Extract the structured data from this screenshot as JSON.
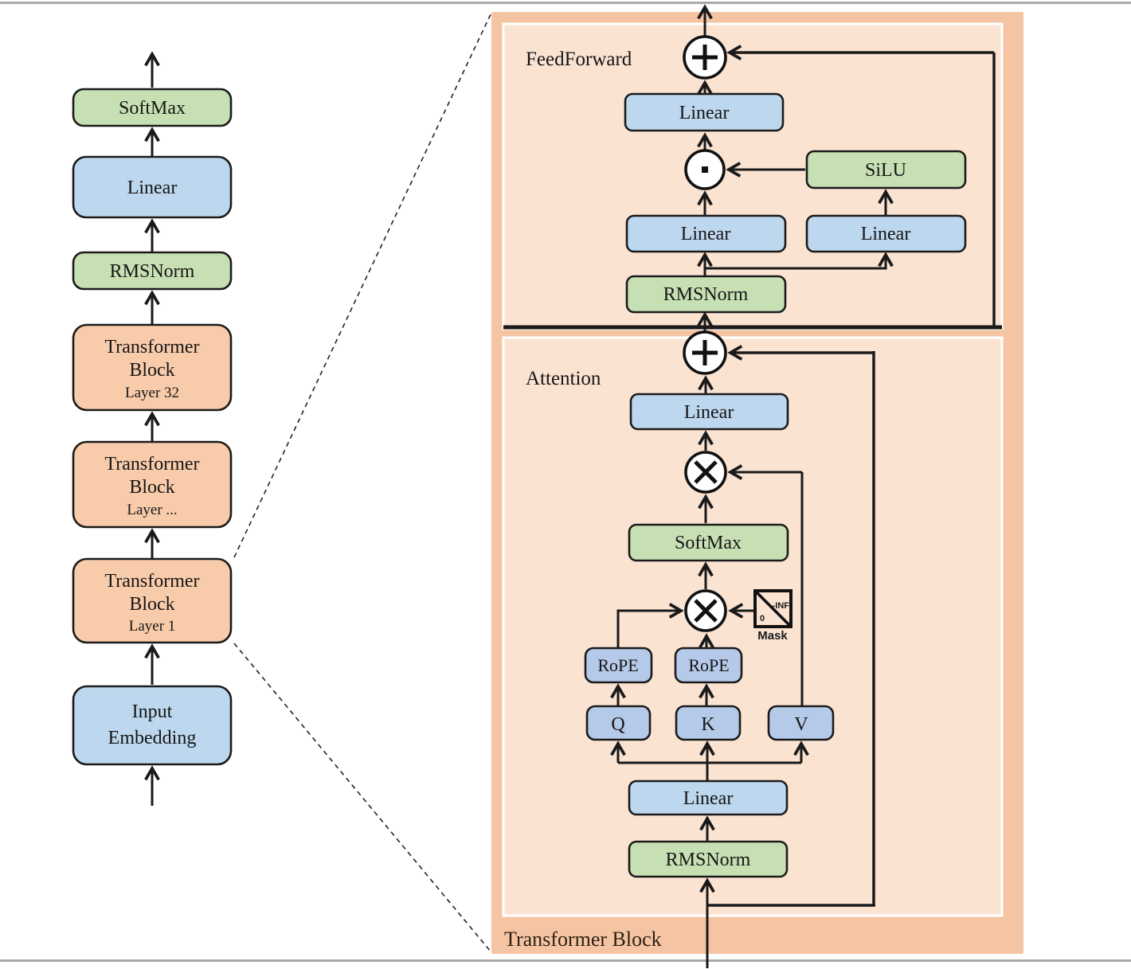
{
  "page": {
    "top_rule_color": "#a9a9a9",
    "bottom_rule_color": "#a9a9a9",
    "background": "#ffffff"
  },
  "colors": {
    "green_block": "#c6e0b4",
    "blue_block": "#bdd7ee",
    "blue_block_dark": "#b5c9e8",
    "orange_block": "#f8cbaa",
    "panel_outer": "#f5c5a3",
    "panel_inner": "#fbe3d2",
    "line": "#1a1a1a",
    "panel_title_text": "#2e2013"
  },
  "icons": {
    "add": "plus-in-circle",
    "elementwise_product": "dot-in-circle",
    "matmul": "x-in-circle",
    "mask": "square-with-diagonal"
  },
  "left_column": {
    "blocks": [
      {
        "label": "SoftMax"
      },
      {
        "label": "Linear"
      },
      {
        "label": "RMSNorm"
      },
      {
        "line1": "Transformer",
        "line2": "Block",
        "sub": "Layer 32"
      },
      {
        "line1": "Transformer",
        "line2": "Block",
        "sub": "Layer ..."
      },
      {
        "line1": "Transformer",
        "line2": "Block",
        "sub": "Layer 1"
      },
      {
        "line1": "Input",
        "line2": "Embedding"
      }
    ]
  },
  "panel": {
    "title": "Transformer Block",
    "feedforward": {
      "section_label": "FeedForward",
      "linear_top": "Linear",
      "silu": "SiLU",
      "linear_left": "Linear",
      "linear_right": "Linear",
      "rmsnorm": "RMSNorm"
    },
    "attention": {
      "section_label": "Attention",
      "linear_out": "Linear",
      "softmax": "SoftMax",
      "rope_left": "RoPE",
      "rope_right": "RoPE",
      "q": "Q",
      "k": "K",
      "v": "V",
      "mask_label": "Mask",
      "mask_neg_inf": "-INF",
      "mask_zero": "0",
      "linear_in": "Linear",
      "rmsnorm": "RMSNorm"
    }
  }
}
